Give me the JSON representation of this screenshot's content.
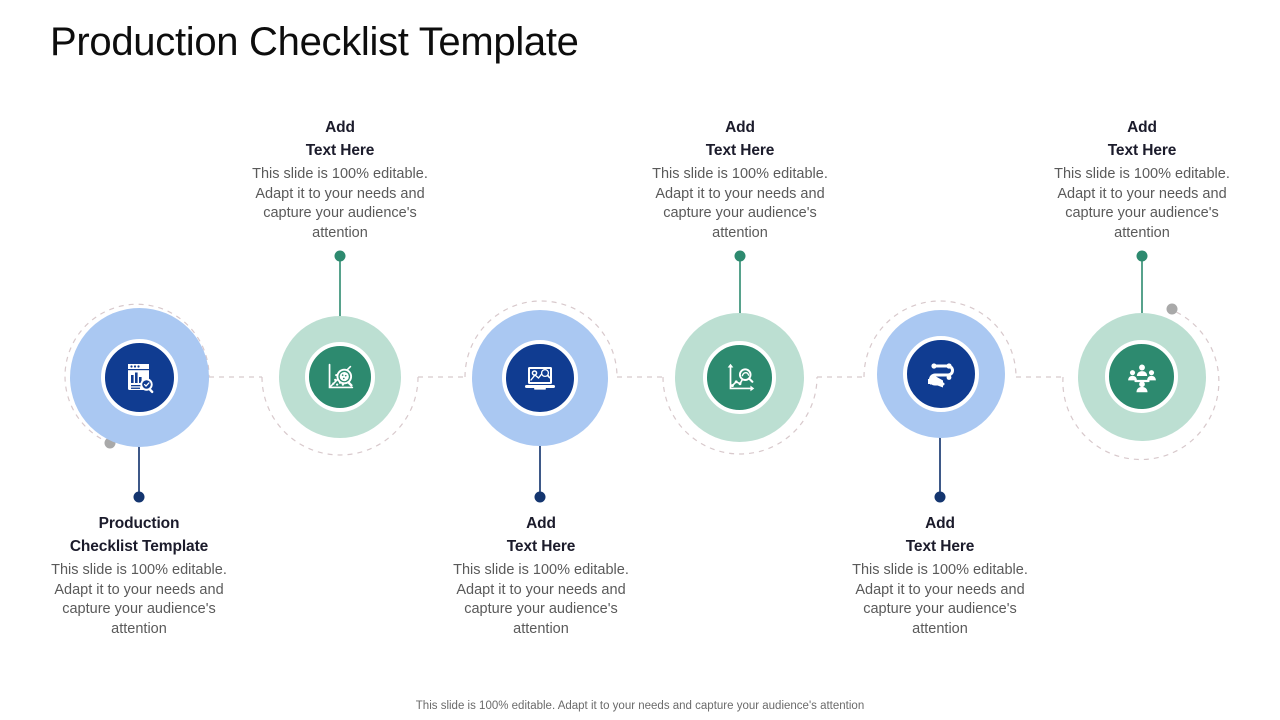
{
  "slide": {
    "title": "Production Checklist Template",
    "footer": "This slide is 100% editable. Adapt it to your needs and capture your audience's attention"
  },
  "palette": {
    "blue_outer": "#aac8f2",
    "blue_inner": "#103c91",
    "green_outer": "#bcdfd2",
    "green_inner": "#2d8a6f",
    "dashed_path": "#d8c9cc",
    "stem_blue": "#0e2f6b",
    "stem_green": "#2d8a6f",
    "accent_dot_gray": "#a9a9a9",
    "heading_text": "#1b1b2b",
    "body_text": "#5a5a5a",
    "title_text": "#0d0d0d"
  },
  "body_text": "This slide is 100% editable. Adapt it to your needs and capture your audience's attention",
  "nodes": [
    {
      "index": 1,
      "icon": "document-search-icon",
      "color": "blue",
      "position": "bottom",
      "heading_line1": "Production",
      "heading_line2": "Checklist Template",
      "body": "This slide is 100% editable. Adapt it to your needs and capture your audience's attention"
    },
    {
      "index": 2,
      "icon": "scatter-chart-search-icon",
      "color": "green",
      "position": "top",
      "heading_line1": "Add",
      "heading_line2": "Text Here",
      "body": "This slide is 100% editable. Adapt it to your needs and capture your audience's attention"
    },
    {
      "index": 3,
      "icon": "laptop-analytics-icon",
      "color": "blue",
      "position": "bottom",
      "heading_line1": "Add",
      "heading_line2": "Text Here",
      "body": "This slide is 100% editable. Adapt it to your needs and capture your audience's attention"
    },
    {
      "index": 4,
      "icon": "line-chart-search-icon",
      "color": "green",
      "position": "top",
      "heading_line1": "Add",
      "heading_line2": "Text Here",
      "body": "This slide is 100% editable. Adapt it to your needs and capture your audience's attention"
    },
    {
      "index": 5,
      "icon": "roadmap-megaphone-icon",
      "color": "blue",
      "position": "bottom",
      "heading_line1": "Add",
      "heading_line2": "Text Here",
      "body": "This slide is 100% editable. Adapt it to your needs and capture your audience's attention"
    },
    {
      "index": 6,
      "icon": "team-meeting-icon",
      "color": "green",
      "position": "top",
      "heading_line1": "Add",
      "heading_line2": "Text Here",
      "body": "This slide is 100% editable. Adapt it to your needs and capture your audience's attention"
    }
  ]
}
